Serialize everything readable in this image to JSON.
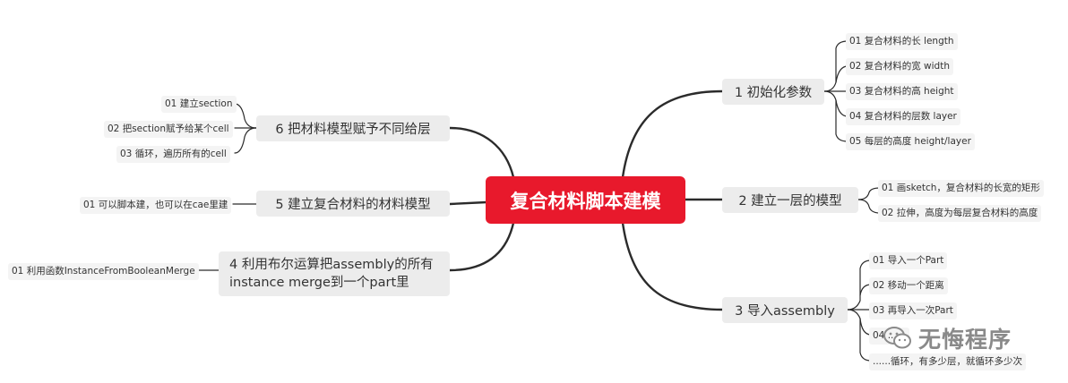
{
  "center": "复合材料脚本建模",
  "right": [
    {
      "label": "1 初始化参数",
      "items": [
        "01 复合材料的长 length",
        "02 复合材料的宽 width",
        "03 复合材料的高 height",
        "04 复合材料的层数 layer",
        "05 每层的高度 height/layer"
      ]
    },
    {
      "label": "2 建立一层的模型",
      "items": [
        "01 画sketch，复合材料的长宽的矩形",
        "02 拉伸，高度为每层复合材料的高度"
      ]
    },
    {
      "label": "3 导入assembly",
      "items": [
        "01 导入一个Part",
        "02 移动一个距离",
        "03 再导入一次Part",
        "04 ......",
        "......循环，有多少层，就循环多少次"
      ]
    }
  ],
  "left": [
    {
      "label": "6 把材料模型赋予不同给层",
      "items": [
        "01 建立section",
        "02 把section赋予给某个cell",
        "03 循环，遍历所有的cell"
      ]
    },
    {
      "label": "5 建立复合材料的材料模型",
      "items": [
        "01 可以脚本建，也可以在cae里建"
      ]
    },
    {
      "label": "4 利用布尔运算把assembly的所有instance merge到一个part里",
      "items": [
        "01 利用函数InstanceFromBooleanMerge"
      ]
    }
  ],
  "watermark": "无悔程序",
  "colors": {
    "center_bg": "#e8192c",
    "branch_bg": "#ececec",
    "line": "#2b2b2b"
  }
}
